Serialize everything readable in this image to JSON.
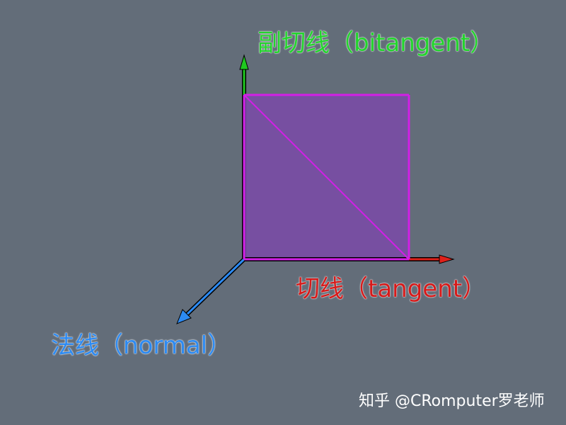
{
  "labels": {
    "bitangent": "副切线（bitangent）",
    "tangent": "切线（tangent）",
    "normal": "法线（normal）"
  },
  "watermark": "知乎 @CRomputer罗老师",
  "colors": {
    "background": "#636d79",
    "bitangent": "#22d42c",
    "tangent": "#d61a1a",
    "normal": "#2c8af2",
    "quad_fill": "#7a4aa8",
    "quad_edge": "#d21fe6"
  }
}
